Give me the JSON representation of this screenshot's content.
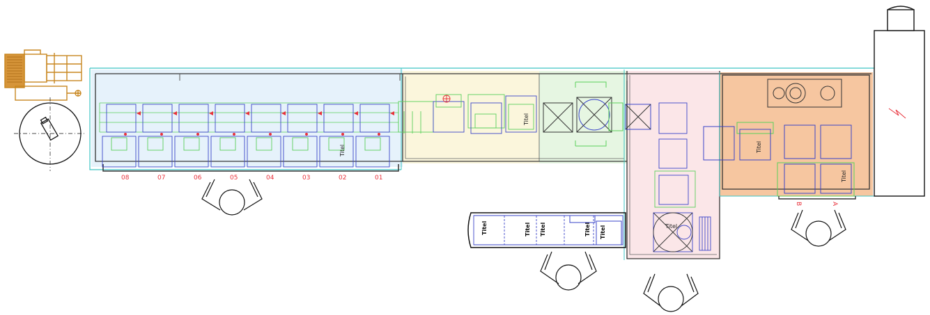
{
  "station_labels": [
    "08",
    "07",
    "06",
    "05",
    "04",
    "03",
    "02",
    "01"
  ],
  "side_labels": [
    "B",
    "A"
  ],
  "box_tag": "Titel",
  "colors": {
    "zone_blue": "#e6f2fb",
    "zone_yellow": "#fbf6dc",
    "zone_green": "#e6f6e2",
    "zone_pink": "#fbe6e8",
    "zone_orange": "#f6c6a0",
    "motor": "#c8861e",
    "teal": "#3cc4c4",
    "box_blue": "#3a44c8",
    "box_green": "#5ad05a",
    "label_red": "#e8303a",
    "cabinet_red": "#e8303a"
  }
}
